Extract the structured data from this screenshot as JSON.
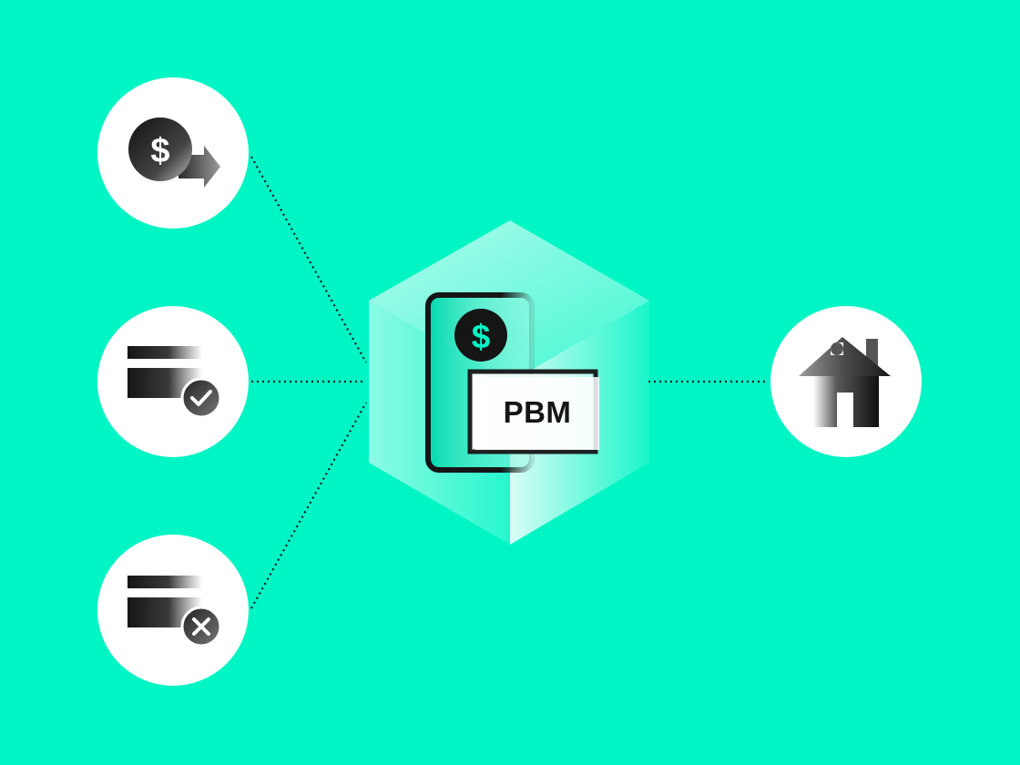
{
  "colors": {
    "background": "#00F5C4",
    "node_fill": "#FFFFFF",
    "ink": "#151515",
    "accent": "#00F5C4",
    "connector": "#1A1A1A"
  },
  "center": {
    "label": "PBM",
    "icons": [
      "cube-icon",
      "phone-icon",
      "dollar-coin-icon"
    ]
  },
  "nodes": [
    {
      "id": "payment-out",
      "icon": "dollar-arrow-icon"
    },
    {
      "id": "card-approved",
      "icon": "card-check-icon"
    },
    {
      "id": "card-declined",
      "icon": "card-cross-icon"
    },
    {
      "id": "home",
      "icon": "house-icon"
    }
  ]
}
